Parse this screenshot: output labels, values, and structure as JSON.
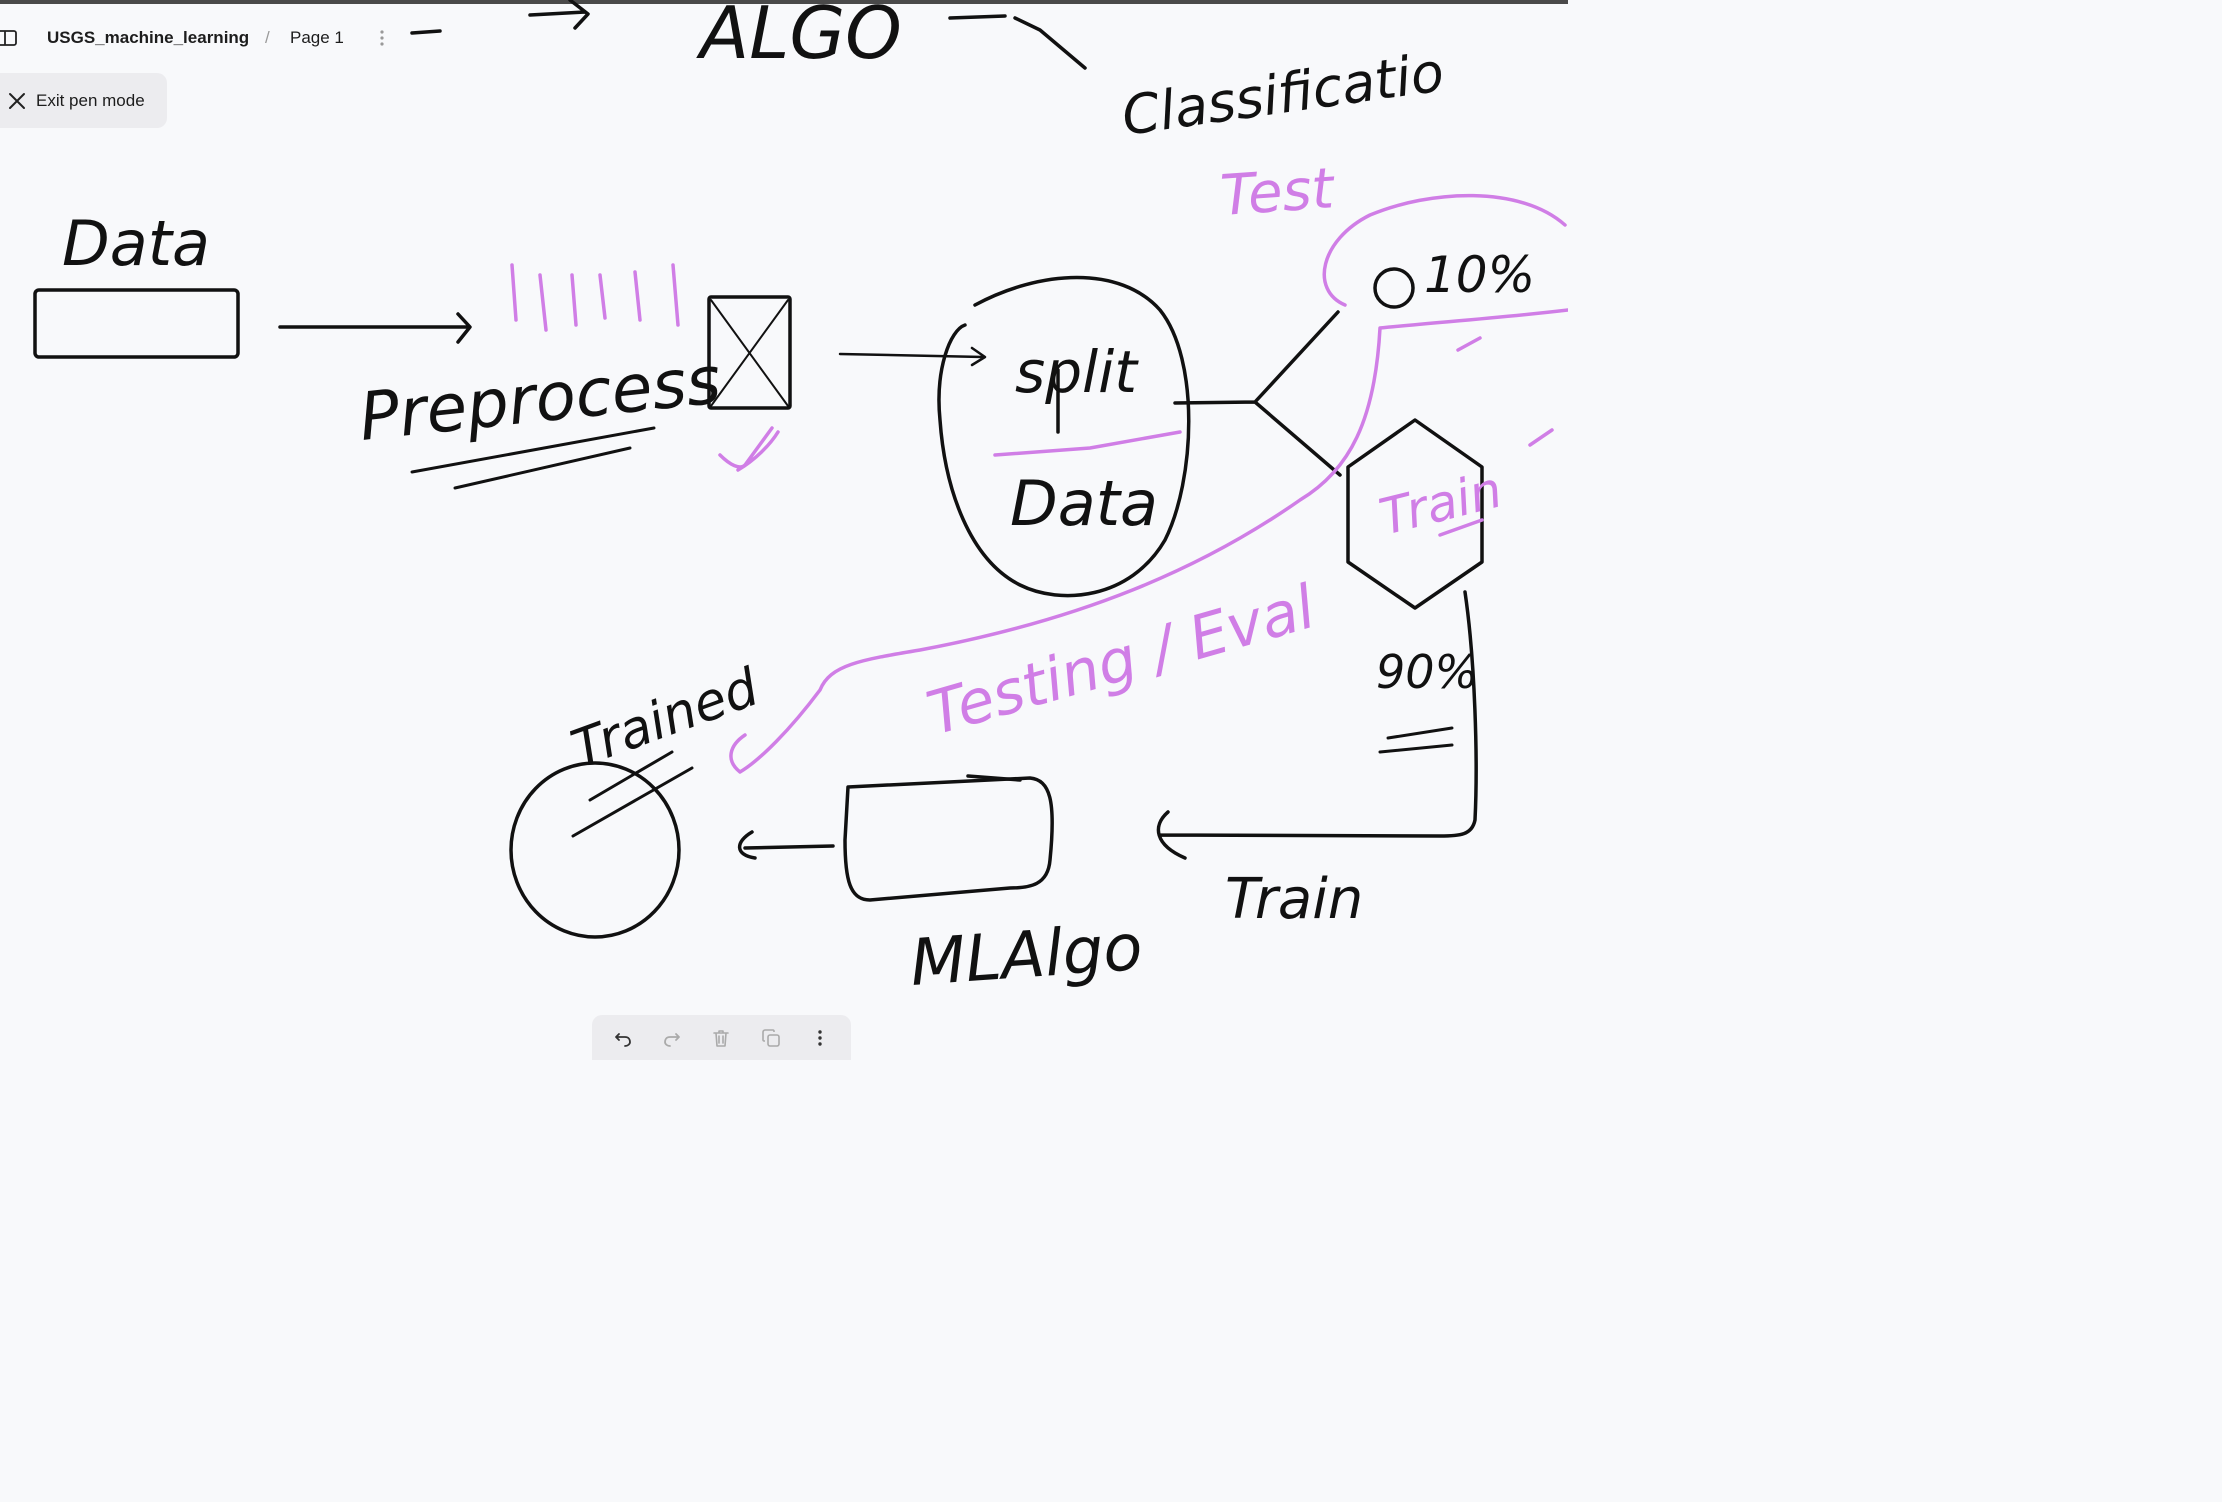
{
  "header": {
    "title": "USGS_machine_learning",
    "separator": "/",
    "page": "Page 1"
  },
  "exit_button": {
    "label": "Exit pen mode"
  },
  "colors": {
    "ink": "#111111",
    "highlight": "#d07ee6",
    "toolbar_bg": "#ececef"
  },
  "drawing": {
    "labels": {
      "data": "Data",
      "preprocess": "Preprocess",
      "split": "split",
      "split_sub": "Data",
      "test": "Test",
      "test_pct": "10%",
      "train_hex": "Train",
      "train_pct": "90%",
      "train": "Train",
      "ml_algo": "MLAlgo",
      "trained": "Trained",
      "testing": "Testing / Eval",
      "classification": "Classificatio",
      "algo_top": "ALGO"
    }
  },
  "toolbar": {
    "icons": [
      "undo-icon",
      "redo-icon",
      "trash-icon",
      "duplicate-icon",
      "more-icon"
    ]
  }
}
